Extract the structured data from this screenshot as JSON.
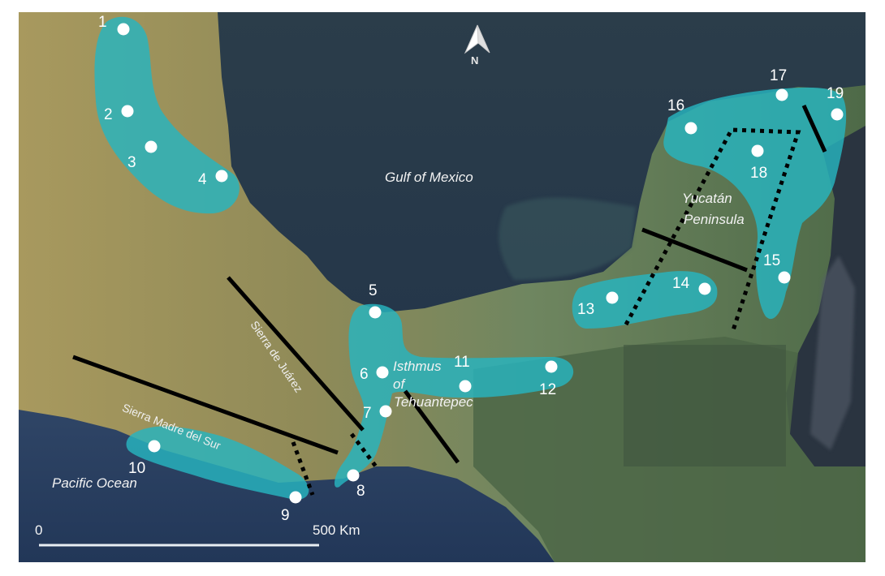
{
  "map": {
    "north_arrow": {
      "icon": "north-arrow-icon",
      "label": "N"
    },
    "place_labels": {
      "gulf": "Gulf of Mexico",
      "yucatan_line1": "Yucatán",
      "yucatan_line2": "Peninsula",
      "isthmus_line1": "Isthmus",
      "isthmus_line2": "of",
      "isthmus_line3": "Tehuantepec",
      "sierra_juarez": "Sierra de Juárez",
      "sierra_madre": "Sierra Madre del Sur",
      "pacific": "Pacific Ocean"
    },
    "scale_bar": {
      "start": "0",
      "end": "500 Km"
    },
    "sites": [
      {
        "id": "1",
        "label": "1"
      },
      {
        "id": "2",
        "label": "2"
      },
      {
        "id": "3",
        "label": "3"
      },
      {
        "id": "4",
        "label": "4"
      },
      {
        "id": "5",
        "label": "5"
      },
      {
        "id": "6",
        "label": "6"
      },
      {
        "id": "7",
        "label": "7"
      },
      {
        "id": "8",
        "label": "8"
      },
      {
        "id": "9",
        "label": "9"
      },
      {
        "id": "10",
        "label": "10"
      },
      {
        "id": "11",
        "label": "11"
      },
      {
        "id": "12",
        "label": "12"
      },
      {
        "id": "13",
        "label": "13"
      },
      {
        "id": "14",
        "label": "14"
      },
      {
        "id": "15",
        "label": "15"
      },
      {
        "id": "16",
        "label": "16"
      },
      {
        "id": "17",
        "label": "17"
      },
      {
        "id": "18",
        "label": "18"
      },
      {
        "id": "19",
        "label": "19"
      }
    ],
    "colors": {
      "ocean": "#2a3c4a",
      "land_dry": "#a39a62",
      "land_green": "#55704a",
      "region_highlight": "#27b5c0",
      "barrier_line": "#000000",
      "site_marker": "#ffffff"
    }
  }
}
